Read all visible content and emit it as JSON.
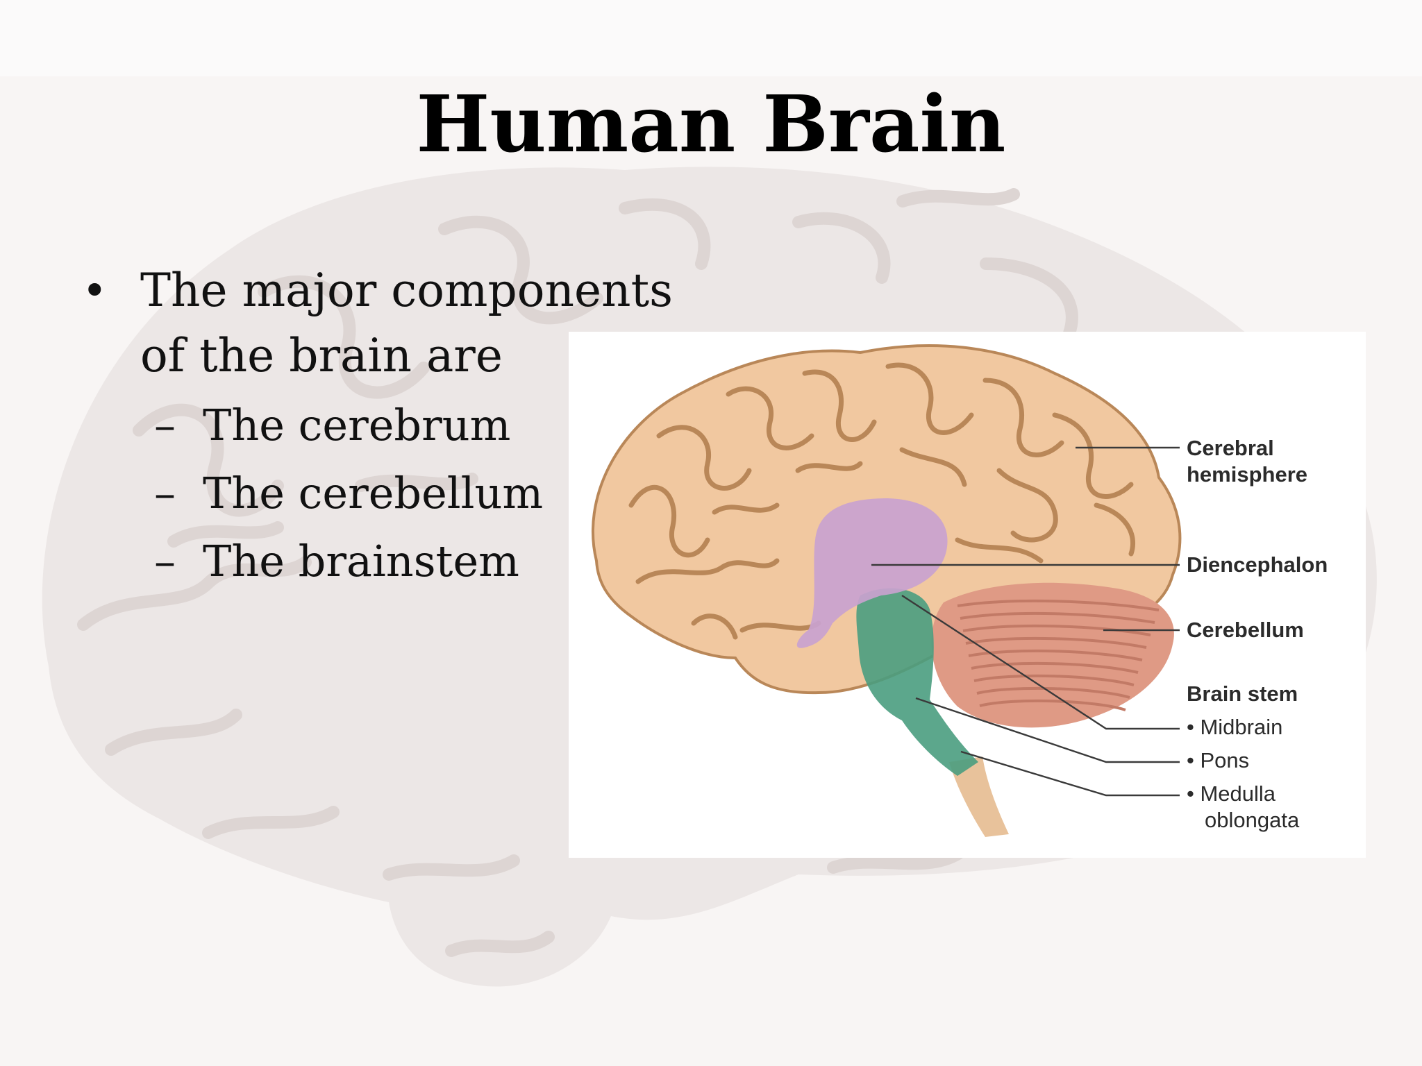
{
  "slide": {
    "title": "Human Brain",
    "bullet": "The major components of the brain are",
    "bullet_line1": "The major components",
    "bullet_line2": "of the brain are",
    "sub_items": [
      "The cerebrum",
      "The cerebellum",
      "The brainstem"
    ],
    "dash_glyph": "–",
    "bullet_glyph": "•"
  },
  "diagram": {
    "labels": {
      "cerebral_hemisphere_line1": "Cerebral",
      "cerebral_hemisphere_line2": "hemisphere",
      "diencephalon": "Diencephalon",
      "cerebellum": "Cerebellum",
      "brain_stem": "Brain stem",
      "midbrain": "• Midbrain",
      "pons": "• Pons",
      "medulla_line1": "• Medulla",
      "medulla_line2": "oblongata"
    },
    "colors": {
      "cerebrum": "#f1c8a0",
      "cerebrum_fold": "#b98758",
      "diencephalon": "#c9a2cf",
      "cerebellum": "#df9a85",
      "brain_stem": "#4a9d80",
      "spinal_cord": "#e8c29b",
      "leader_line": "#3a3a3a"
    }
  },
  "background": {
    "brain_color": "#ece7e6",
    "fold_color": "#ddd5d3"
  }
}
